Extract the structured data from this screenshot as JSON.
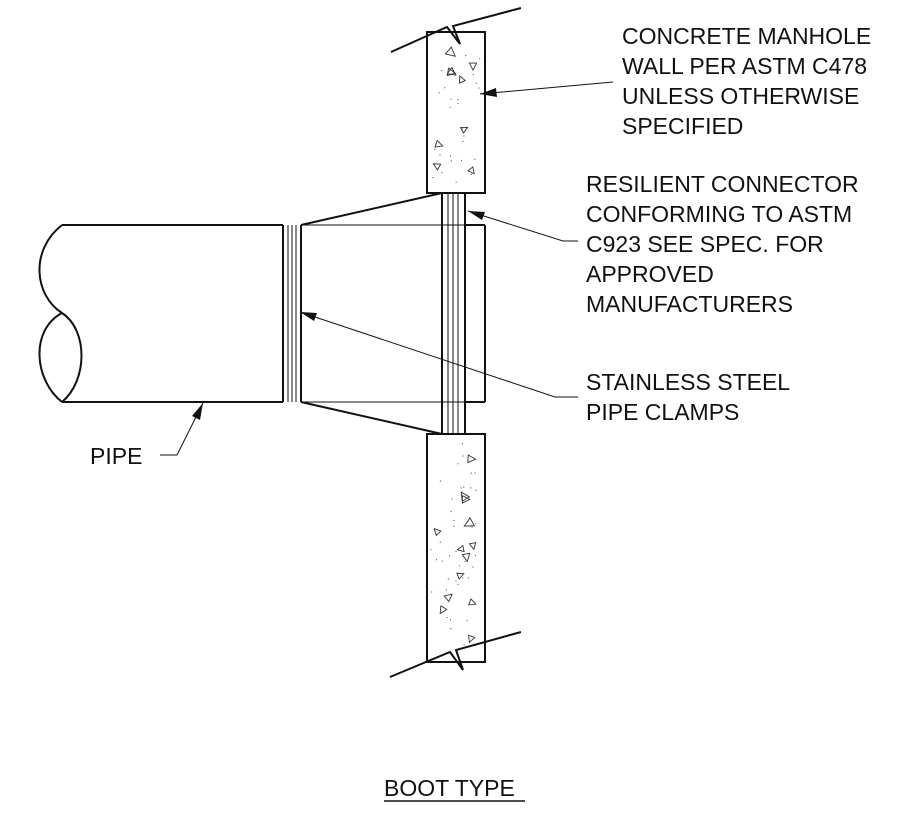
{
  "drawing": {
    "callouts": {
      "wall": [
        "CONCRETE MANHOLE",
        "WALL PER ASTM C478",
        "UNLESS OTHERWISE",
        "SPECIFIED"
      ],
      "connector": [
        "RESILIENT CONNECTOR",
        "CONFORMING TO ASTM",
        "C923 SEE SPEC. FOR",
        "APPROVED",
        "MANUFACTURERS"
      ],
      "clamps": [
        "STAINLESS STEEL",
        "PIPE CLAMPS"
      ],
      "pipe": "PIPE"
    },
    "title": "BOOT TYPE",
    "line_color": "#111111",
    "background": "#ffffff"
  }
}
